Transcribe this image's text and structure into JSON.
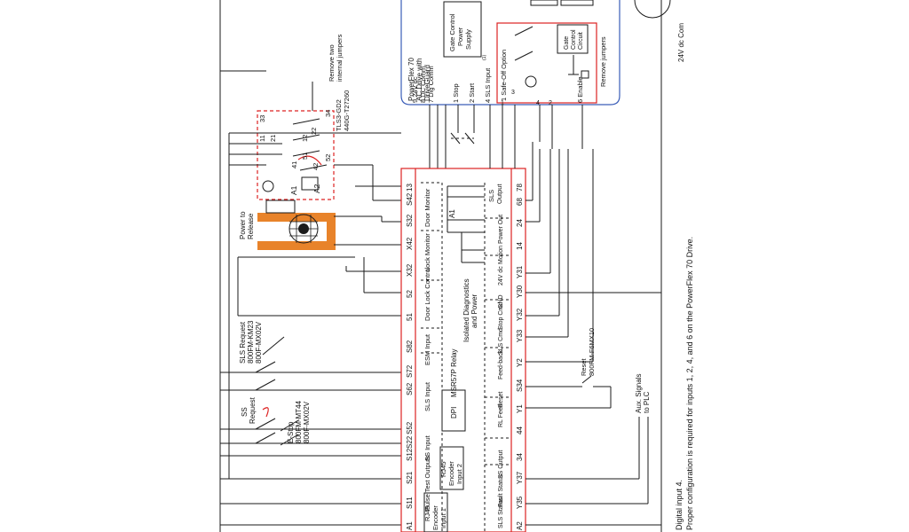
{
  "drive": {
    "title_lines": [
      "PowerFlex 70",
      "AC Drive with",
      "DriveGuard"
    ],
    "gate_supply_lines": [
      "Gate Control",
      "Power",
      "Supply"
    ],
    "gate_circuit_lines": [
      "Gate",
      "Control",
      "Circuit"
    ],
    "remove_jumpers": "Remove jumpers",
    "terminals": [
      "9  24V dc",
      "8  DC Comm",
      "7  Dig Comm",
      "1  Stop",
      "2  Start",
      "4  SLS Input",
      "1  Safe-Off Option",
      "6  Enable"
    ],
    "safe_off_pins": [
      "1",
      "3",
      "4",
      "2"
    ],
    "footnote_marker": "(1)",
    "com_label": "24V dc Com"
  },
  "switch": {
    "model_lines": [
      "TLS3-GD2",
      "440G-T27260"
    ],
    "remove_note_lines": [
      "Remove two",
      "internal jumpers"
    ],
    "contacts": [
      "33",
      "34",
      "11",
      "21",
      "12",
      "22",
      "41",
      "51",
      "42",
      "52",
      "A1",
      "A2"
    ],
    "power_release_lines": [
      "Power to",
      "Release"
    ]
  },
  "left_devices": {
    "sls_request_lines": [
      "SLS Request",
      "800FM-KM23",
      "800F-MX02V"
    ],
    "ss_request_lines": [
      "SS",
      "Request"
    ],
    "estop_lines": [
      "E-Stop",
      "800FM-MT44",
      "800F-MX02V"
    ]
  },
  "relay": {
    "name": "MSR57P Relay",
    "top_terminals": [
      "A1",
      "S11",
      "S21",
      "S12",
      "S22",
      "S52",
      "S62",
      "S72",
      "S82",
      "51",
      "52",
      "X32",
      "X42",
      "S32",
      "S42",
      "13"
    ],
    "bottom_terminals": [
      "A2",
      "Y35",
      "Y37",
      "34",
      "44",
      "Y1",
      "S34",
      "Y2",
      "Y33",
      "Y32",
      "Y30",
      "Y31",
      "14",
      "24",
      "68",
      "78"
    ],
    "top_groups": [
      "Pulse Test Outputs",
      "SS Input",
      "SLS Input",
      "ESM Input",
      "Door Lock Control",
      "Lock Monitor",
      "Door Monitor"
    ],
    "enc1_lines": [
      "RJ45",
      "Encoder",
      "Input 1"
    ],
    "enc2_lines": [
      "RJ45",
      "Encoder",
      "Input 2"
    ],
    "dpi": "DPI",
    "iso_lines": [
      "Isolated Diagnostics",
      "and Power"
    ],
    "a1_label": "A1",
    "sls_output_lines": [
      "SLS",
      "Output"
    ],
    "bottom_groups": [
      "SLS Status",
      "Fault Status",
      "SS Output",
      "RL Feed",
      "Reset",
      "Feed-back",
      "SLS Cmd",
      "Stop Cmd",
      "GND",
      "24V dc",
      "Motion Power Out"
    ]
  },
  "reset": {
    "lines": [
      "Reset",
      "800FM-F6MX10"
    ]
  },
  "aux": {
    "lines": [
      "Aux. Signals",
      "to PLC"
    ]
  },
  "notes": {
    "line1": "Digital input 4.",
    "line2": "Proper configuration is required for inputs 1, 2, 4, and 6 on the PowerFlex 70 Drive."
  },
  "colors": {
    "red": "#dd2222",
    "blue": "#3a5db8",
    "orange": "#e8832a"
  }
}
